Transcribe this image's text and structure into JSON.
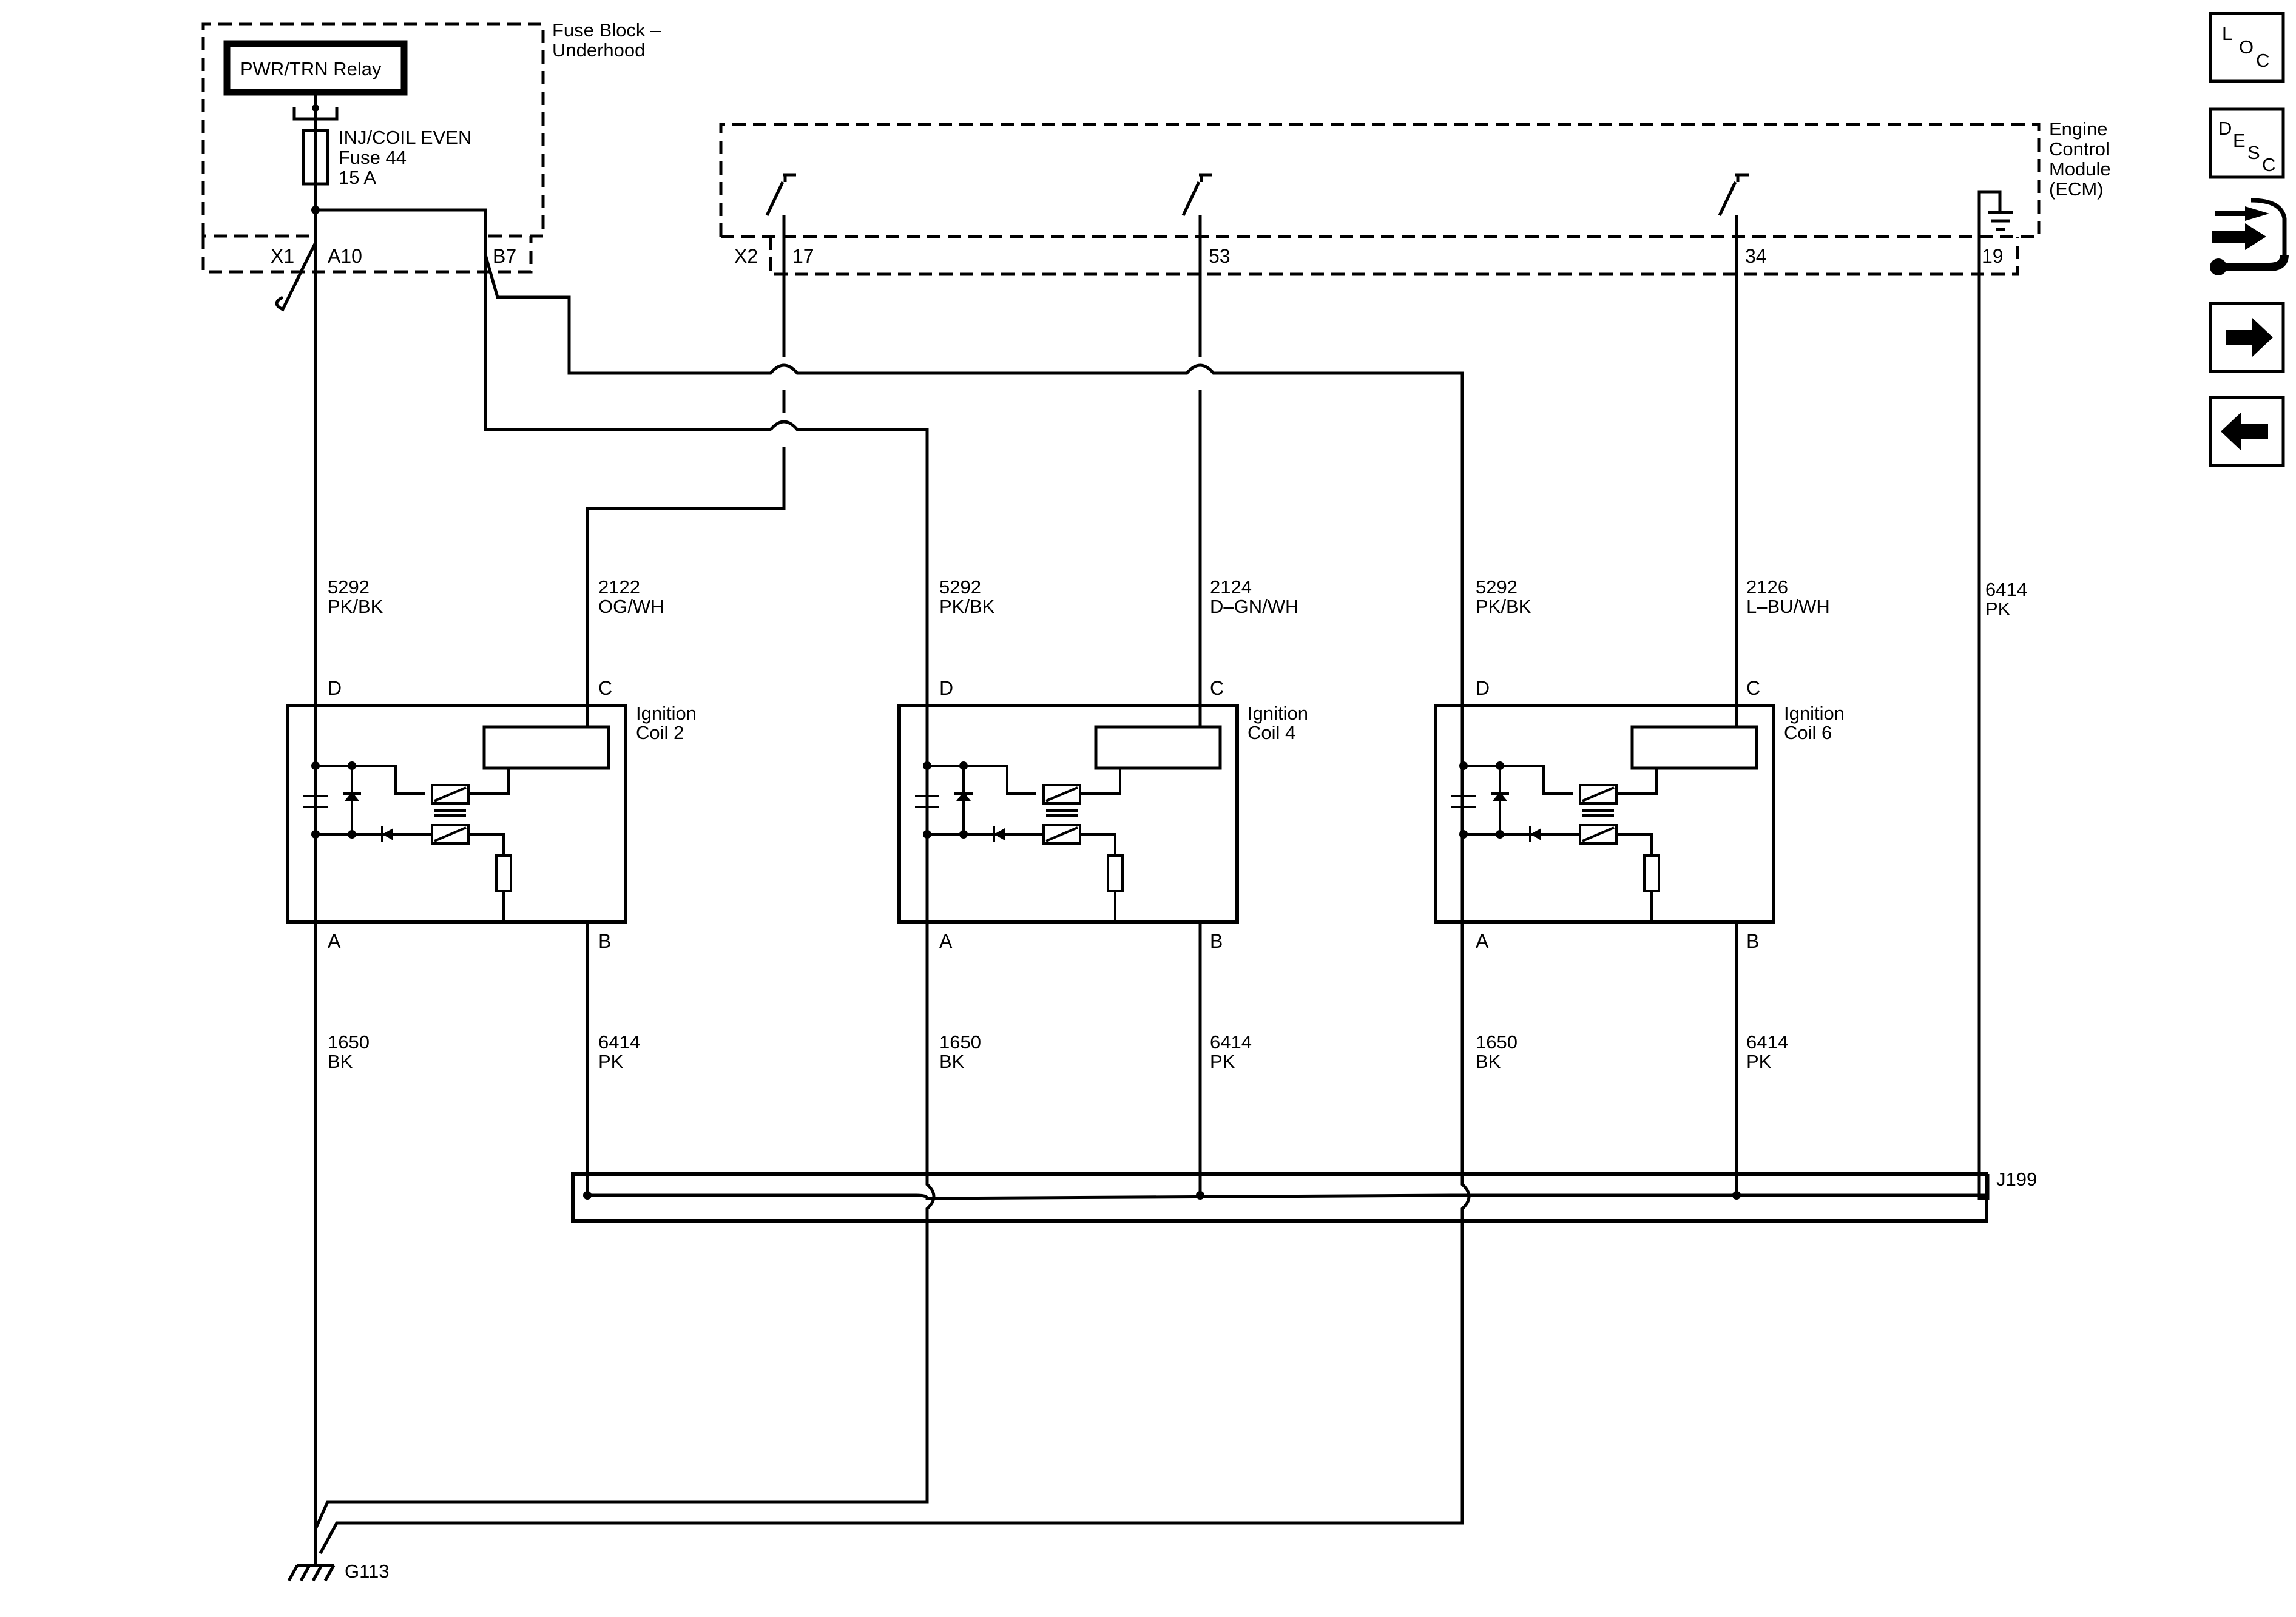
{
  "fuse_block": {
    "title_line1": "Fuse Block –",
    "title_line2": "Underhood",
    "relay_label": "PWR/TRN Relay",
    "fuse_line1": "INJ/COIL EVEN",
    "fuse_line2": "Fuse 44",
    "fuse_line3": "15 A",
    "connector": "X1",
    "pin_a10": "A10",
    "pin_b7": "B7"
  },
  "ecm": {
    "title_line1": "Engine",
    "title_line2": "Control",
    "title_line3": "Module",
    "title_line4": "(ECM)",
    "connector": "X2",
    "pins": [
      "17",
      "53",
      "34",
      "19"
    ]
  },
  "coils": [
    {
      "name_line1": "Ignition",
      "name_line2": "Coil 2",
      "pin_d": "D",
      "pin_c": "C",
      "pin_a": "A",
      "pin_b": "B",
      "wire_d_num": "5292",
      "wire_d_color": "PK/BK",
      "wire_c_num": "2122",
      "wire_c_color": "OG/WH",
      "wire_a_num": "1650",
      "wire_a_color": "BK",
      "wire_b_num": "6414",
      "wire_b_color": "PK"
    },
    {
      "name_line1": "Ignition",
      "name_line2": "Coil 4",
      "pin_d": "D",
      "pin_c": "C",
      "pin_a": "A",
      "pin_b": "B",
      "wire_d_num": "5292",
      "wire_d_color": "PK/BK",
      "wire_c_num": "2124",
      "wire_c_color": "D–GN/WH",
      "wire_a_num": "1650",
      "wire_a_color": "BK",
      "wire_b_num": "6414",
      "wire_b_color": "PK"
    },
    {
      "name_line1": "Ignition",
      "name_line2": "Coil 6",
      "pin_d": "D",
      "pin_c": "C",
      "pin_a": "A",
      "pin_b": "B",
      "wire_d_num": "5292",
      "wire_d_color": "PK/BK",
      "wire_c_num": "2126",
      "wire_c_color": "L–BU/WH",
      "wire_a_num": "1650",
      "wire_a_color": "BK",
      "wire_b_num": "6414",
      "wire_b_color": "PK"
    }
  ],
  "ecm_ground_wire": {
    "num": "6414",
    "color": "PK"
  },
  "splice": "J199",
  "ground": "G113",
  "nav": {
    "loc_letters": [
      "L",
      "O",
      "C"
    ],
    "desc_letters": [
      "D",
      "E",
      "S",
      "C"
    ],
    "icons": [
      "loc-icon",
      "desc-icon",
      "connector-tools-icon",
      "next-arrow-icon",
      "prev-arrow-icon"
    ]
  }
}
